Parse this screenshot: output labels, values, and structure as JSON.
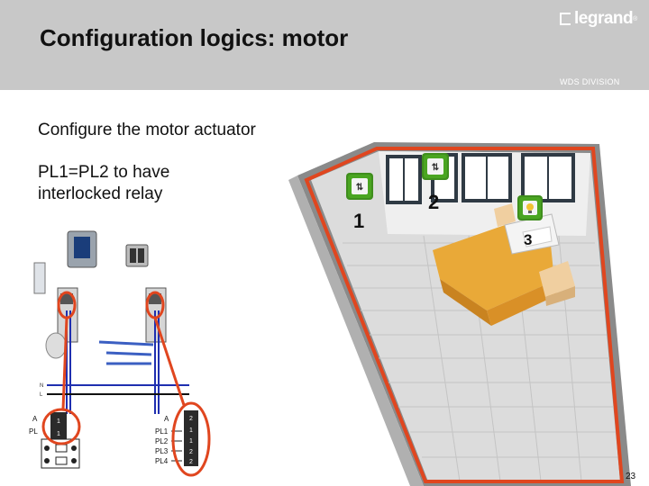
{
  "header": {
    "title": "Configuration logics: motor",
    "brand": "legrand",
    "division": "WDS DIVISION"
  },
  "content": {
    "subtitle": "Configure the motor actuator",
    "line1": "PL1=PL2 to have",
    "line2": "interlocked relay"
  },
  "room": {
    "labels": [
      "1",
      "2",
      "3"
    ]
  },
  "wiring": {
    "n_label": "N",
    "l_label": "L",
    "left_a": "A",
    "left_pl": "PL",
    "left_cells": [
      "1",
      "1"
    ],
    "right_a": "A",
    "right_pls": [
      "PL1",
      "PL2",
      "PL3",
      "PL4"
    ],
    "right_cells": [
      "2",
      "1",
      "1",
      "2",
      "2"
    ]
  },
  "footer": {
    "page": "23"
  },
  "colors": {
    "highlight": "#e0461f",
    "header_bg": "#c8c8c8",
    "wire_blue": "#1f2fb0",
    "button_green": "#4aa521"
  }
}
